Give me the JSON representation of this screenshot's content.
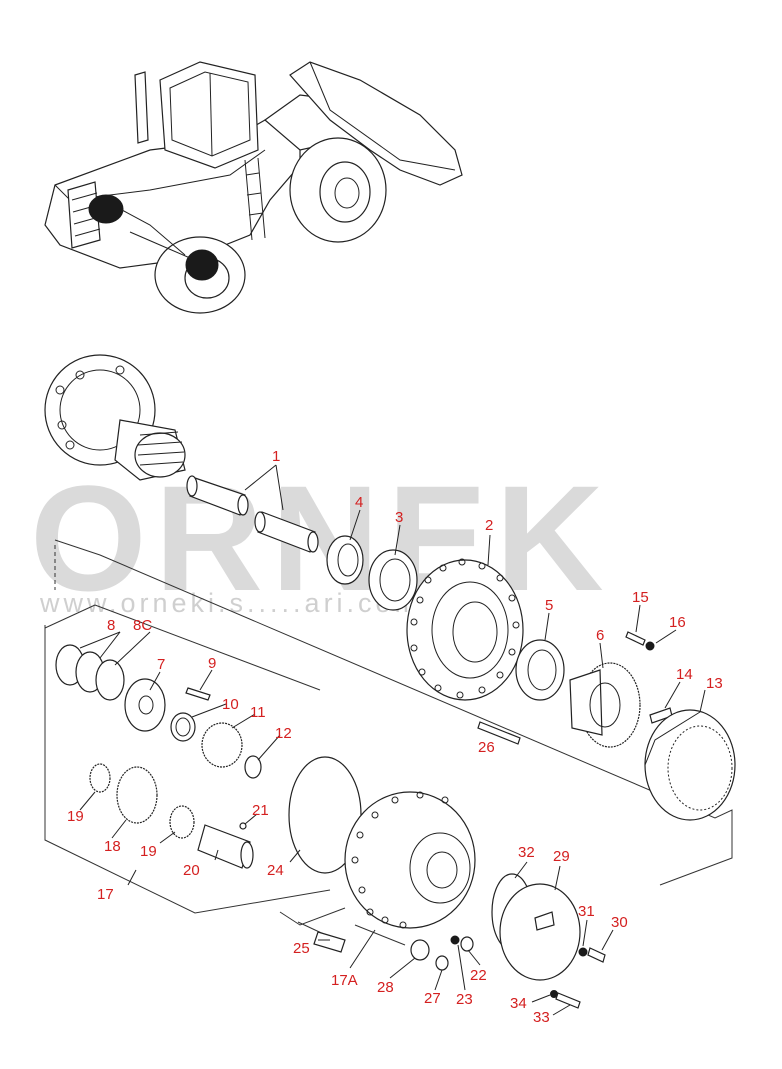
{
  "watermark": {
    "brand": "ORNEK",
    "url": "www.orneki.s.....ari.com.tr"
  },
  "callouts": [
    {
      "id": "1",
      "label": "1"
    },
    {
      "id": "2",
      "label": "2"
    },
    {
      "id": "3",
      "label": "3"
    },
    {
      "id": "4",
      "label": "4"
    },
    {
      "id": "5",
      "label": "5"
    },
    {
      "id": "6",
      "label": "6"
    },
    {
      "id": "7",
      "label": "7"
    },
    {
      "id": "8",
      "label": "8"
    },
    {
      "id": "8c",
      "label": "8C"
    },
    {
      "id": "9",
      "label": "9"
    },
    {
      "id": "10",
      "label": "10"
    },
    {
      "id": "11",
      "label": "11"
    },
    {
      "id": "12",
      "label": "12"
    },
    {
      "id": "13",
      "label": "13"
    },
    {
      "id": "14",
      "label": "14"
    },
    {
      "id": "15",
      "label": "15"
    },
    {
      "id": "16",
      "label": "16"
    },
    {
      "id": "17",
      "label": "17"
    },
    {
      "id": "17a",
      "label": "17A"
    },
    {
      "id": "18",
      "label": "18"
    },
    {
      "id": "19a",
      "label": "19"
    },
    {
      "id": "19b",
      "label": "19"
    },
    {
      "id": "20",
      "label": "20"
    },
    {
      "id": "21",
      "label": "21"
    },
    {
      "id": "22",
      "label": "22"
    },
    {
      "id": "23",
      "label": "23"
    },
    {
      "id": "24",
      "label": "24"
    },
    {
      "id": "25",
      "label": "25"
    },
    {
      "id": "26",
      "label": "26"
    },
    {
      "id": "27",
      "label": "27"
    },
    {
      "id": "28",
      "label": "28"
    },
    {
      "id": "29",
      "label": "29"
    },
    {
      "id": "30",
      "label": "30"
    },
    {
      "id": "31",
      "label": "31"
    },
    {
      "id": "32",
      "label": "32"
    },
    {
      "id": "33",
      "label": "33"
    },
    {
      "id": "34",
      "label": "34"
    }
  ]
}
